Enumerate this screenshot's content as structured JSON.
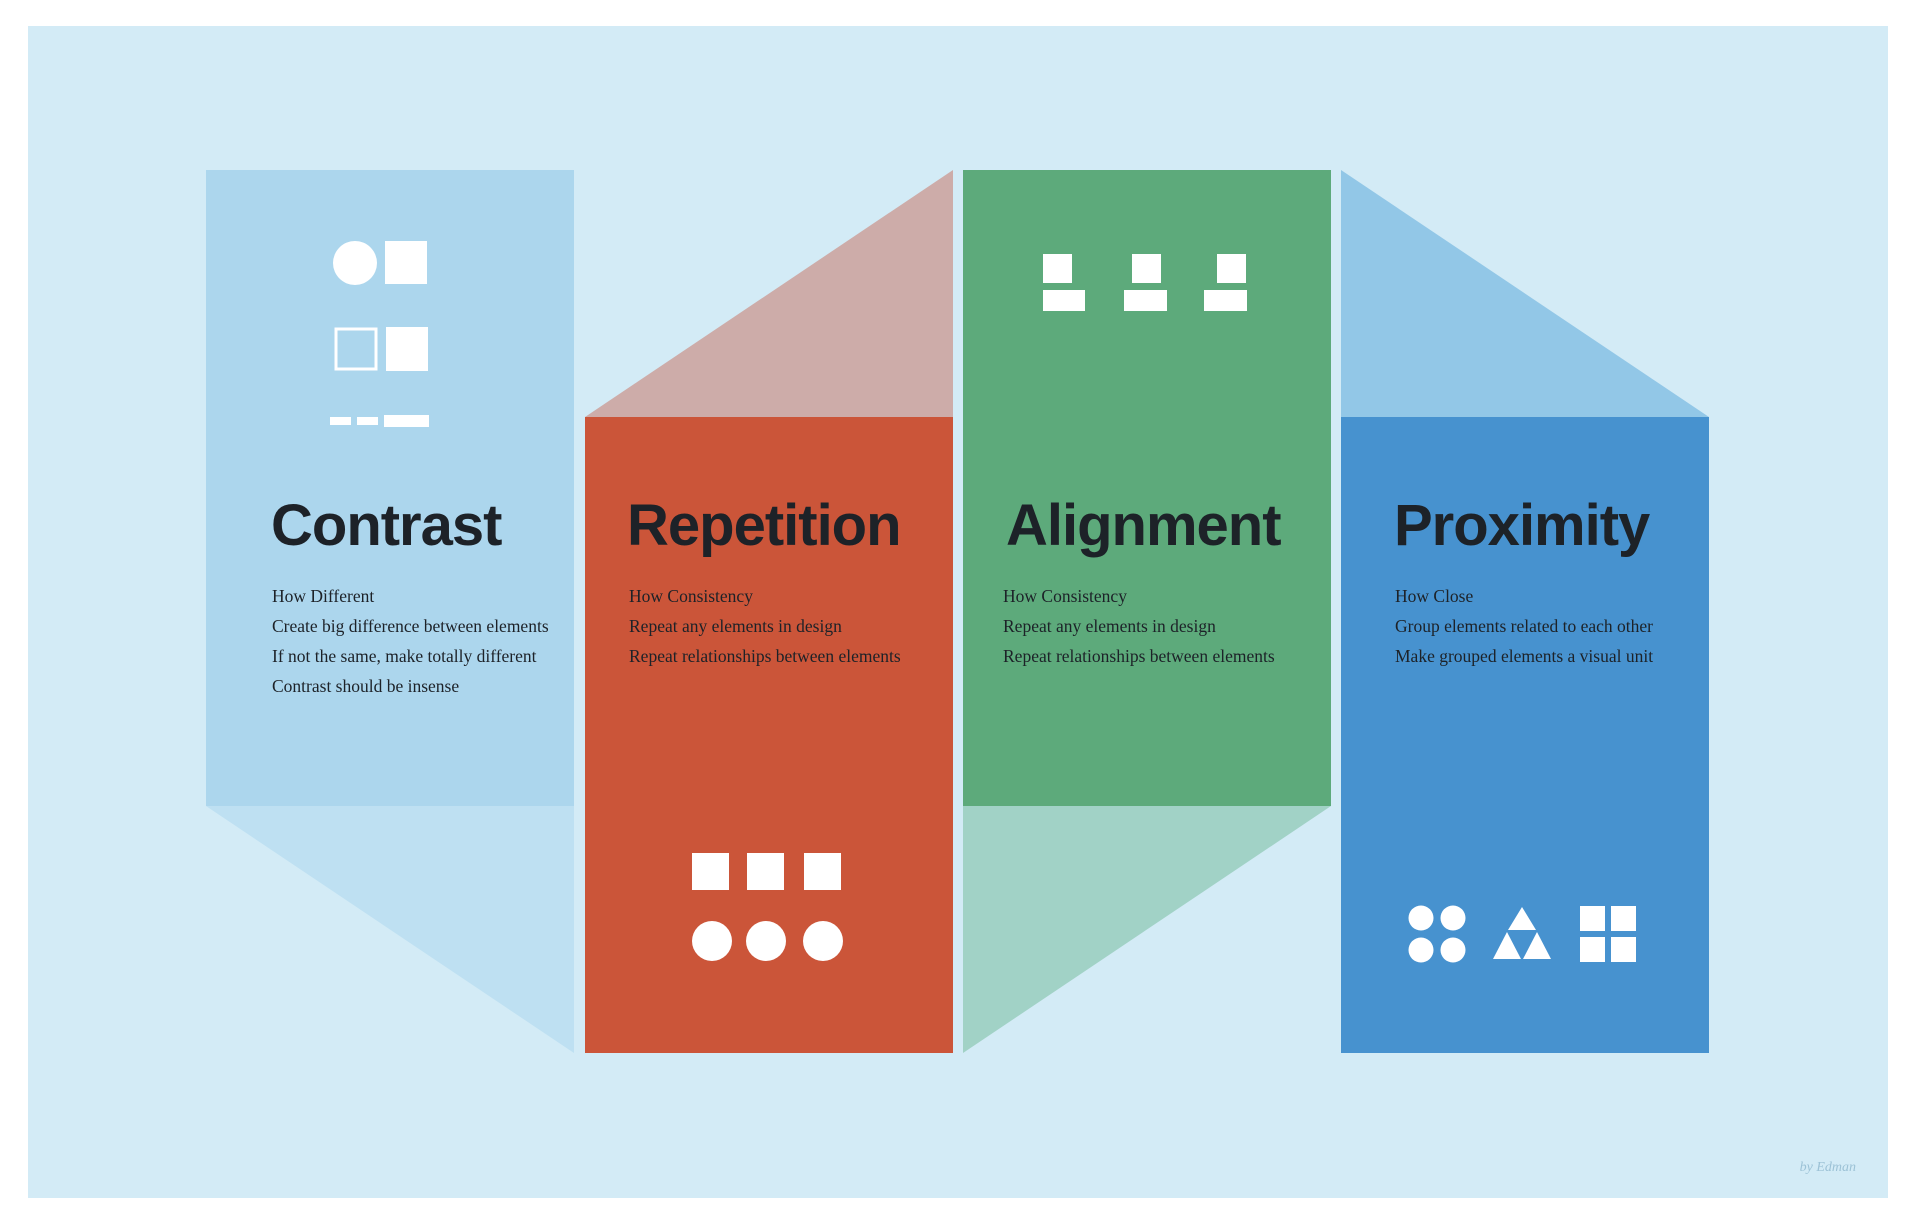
{
  "colors": {
    "page": "#ffffff",
    "canvas": "#d3ebf6",
    "contrast_panel": "#acd6ed",
    "contrast_fold": "#bee0f2",
    "repetition_panel": "#cb5539",
    "repetition_fold": "#cdaca9",
    "alignment_panel": "#5daa7b",
    "alignment_fold": "#a1d2c6",
    "proximity_panel": "#4792cf",
    "proximity_fold": "#92c7e7",
    "icon": "#ffffff",
    "text": "#1d2228"
  },
  "principles": [
    {
      "title": "Contrast",
      "icon": "contrast-shapes-icon",
      "lines": [
        "How Different",
        "Create big difference between elements",
        "If not the same, make totally different",
        "Contrast should be insense"
      ]
    },
    {
      "title": "Repetition",
      "icon": "repetition-shapes-icon",
      "lines": [
        "How Consistency",
        "Repeat any elements in design",
        "Repeat relationships between elements"
      ]
    },
    {
      "title": "Alignment",
      "icon": "alignment-shapes-icon",
      "lines": [
        "How Consistency",
        "Repeat any elements in design",
        "Repeat relationships between elements"
      ]
    },
    {
      "title": "Proximity",
      "icon": "proximity-shapes-icon",
      "lines": [
        "How Close",
        "Group elements related to each other",
        "Make grouped elements a visual unit"
      ]
    }
  ],
  "credit": "by Edman"
}
